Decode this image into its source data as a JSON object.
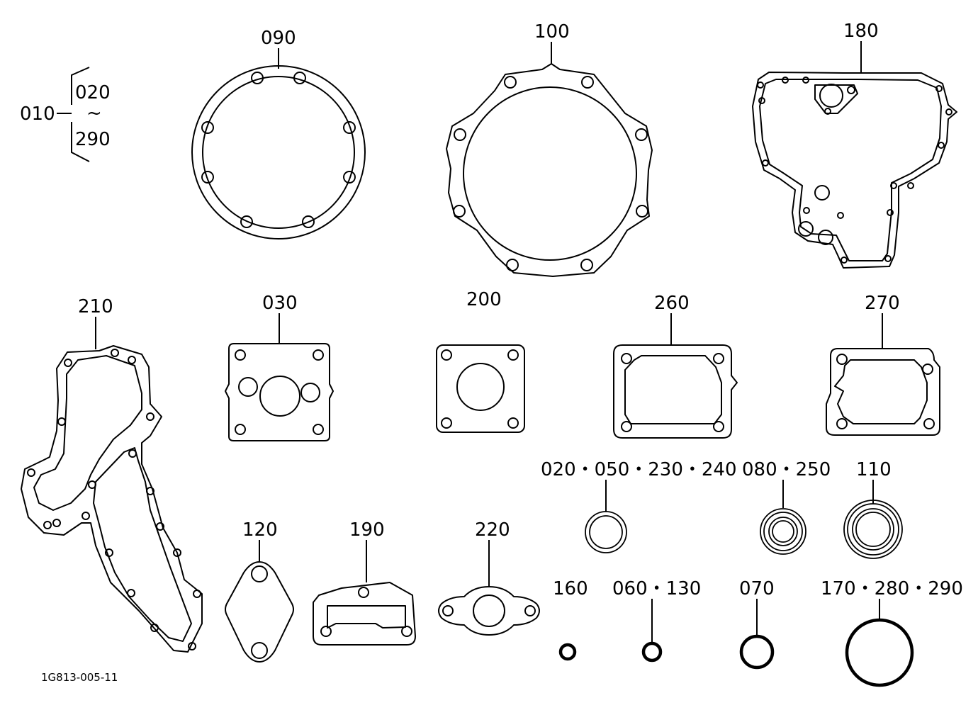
{
  "drawing_number": "1G813-005-11",
  "labels": {
    "set": "010",
    "set_from": "020",
    "set_range": "~",
    "set_to": "290",
    "p090": "090",
    "p100": "100",
    "p180": "180",
    "p210": "210",
    "p030": "030",
    "p200": "200",
    "p260": "260",
    "p270": "270",
    "p020": "020・050・230・240",
    "p080": "080・250",
    "p110": "110",
    "p120": "120",
    "p190": "190",
    "p220": "220",
    "p160": "160",
    "p060": "060・130",
    "p070": "070",
    "p170": "170・280・290"
  }
}
